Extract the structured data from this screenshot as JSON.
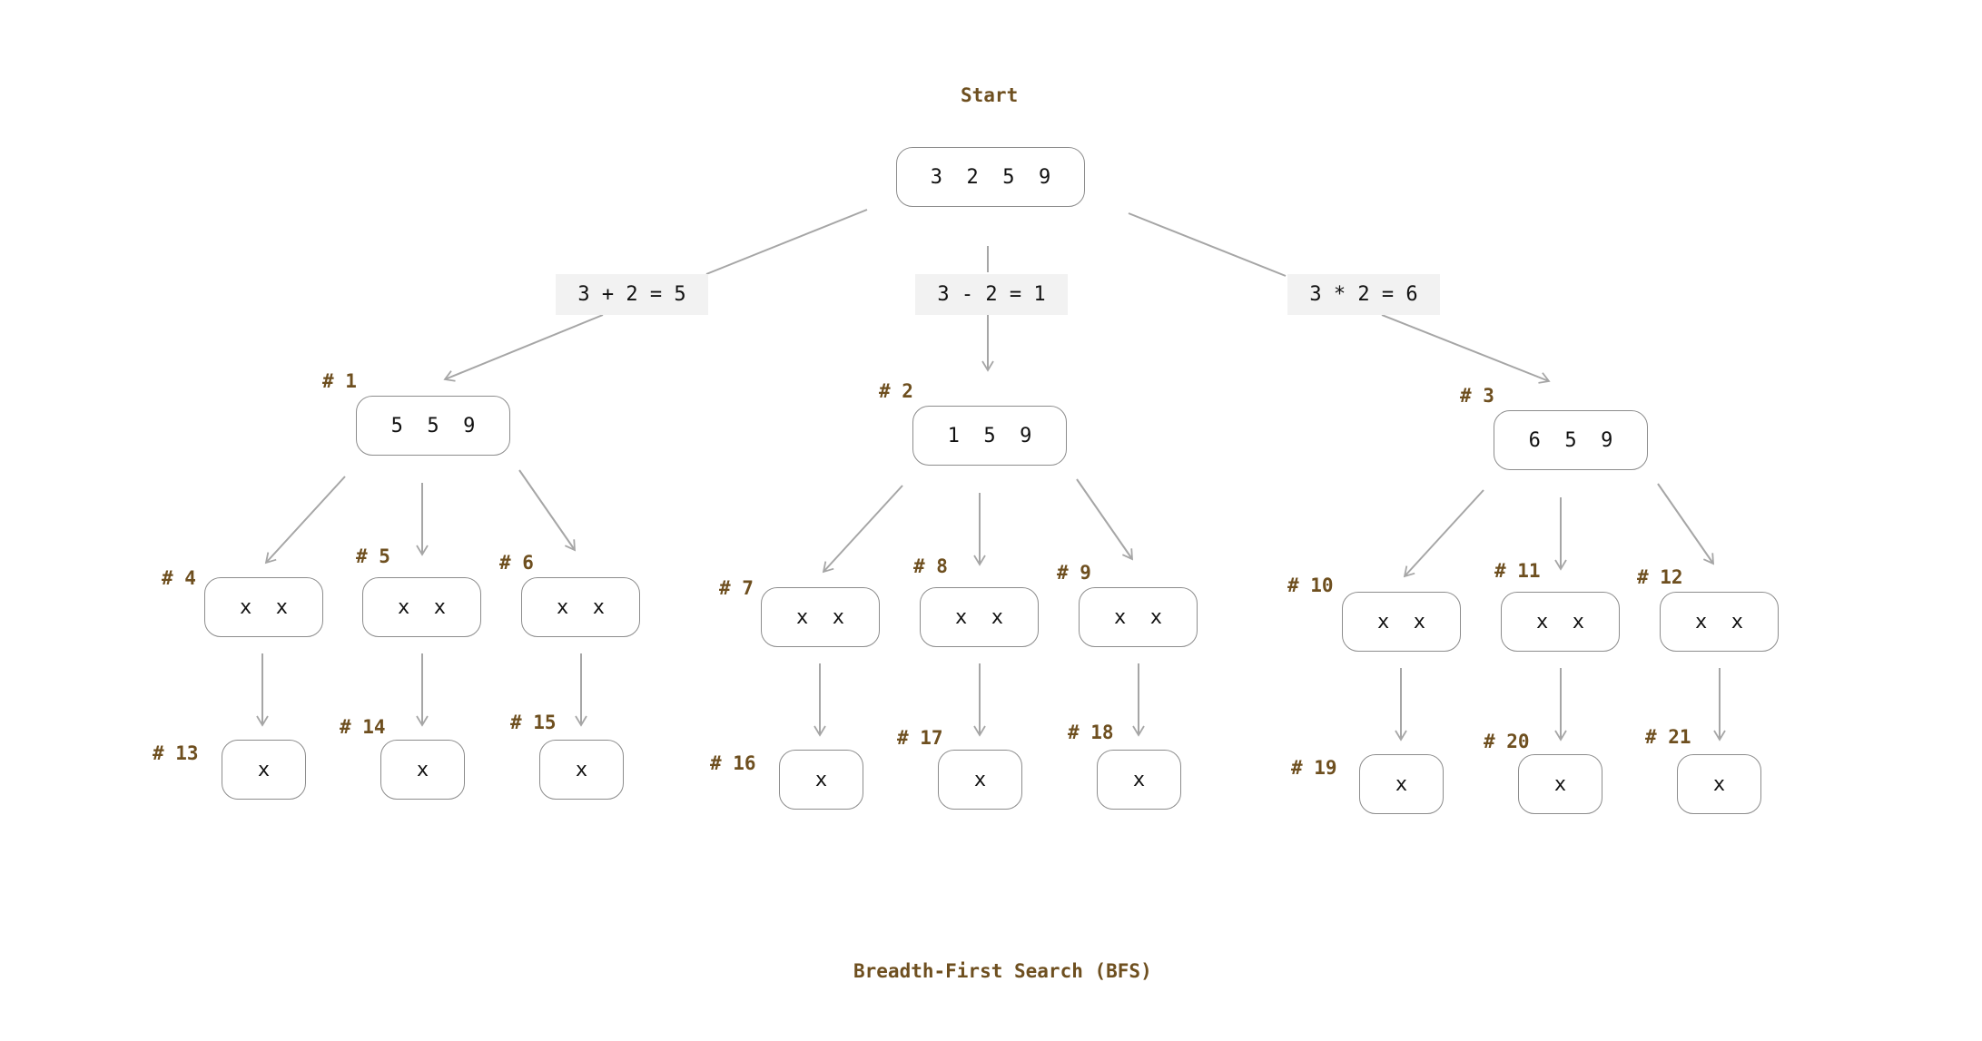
{
  "diagram": {
    "start_label": "Start",
    "footer_title": "Breadth-First Search (BFS)",
    "root": {
      "value": "3  2  5  9"
    },
    "operations": [
      {
        "label": "3 + 2 = 5"
      },
      {
        "label": "3 - 2 = 1"
      },
      {
        "label": "3 * 2 = 6"
      }
    ],
    "level1": [
      {
        "tag": "# 1",
        "value": "5  5  9"
      },
      {
        "tag": "# 2",
        "value": "1  5  9"
      },
      {
        "tag": "# 3",
        "value": "6  5  9"
      }
    ],
    "level2": [
      {
        "tag": "# 4",
        "value": "x  x"
      },
      {
        "tag": "# 5",
        "value": "x  x"
      },
      {
        "tag": "# 6",
        "value": "x  x"
      },
      {
        "tag": "# 7",
        "value": "x  x"
      },
      {
        "tag": "# 8",
        "value": "x  x"
      },
      {
        "tag": "# 9",
        "value": "x  x"
      },
      {
        "tag": "# 10",
        "value": "x  x"
      },
      {
        "tag": "# 11",
        "value": "x  x"
      },
      {
        "tag": "# 12",
        "value": "x  x"
      }
    ],
    "level3": [
      {
        "tag": "# 13",
        "value": "x"
      },
      {
        "tag": "# 14",
        "value": "x"
      },
      {
        "tag": "# 15",
        "value": "x"
      },
      {
        "tag": "# 16",
        "value": "x"
      },
      {
        "tag": "# 17",
        "value": "x"
      },
      {
        "tag": "# 18",
        "value": "x"
      },
      {
        "tag": "# 19",
        "value": "x"
      },
      {
        "tag": "# 20",
        "value": "x"
      },
      {
        "tag": "# 21",
        "value": "x"
      }
    ],
    "colors": {
      "edge": "#a6a6a6",
      "tag": "#6e4f1f",
      "op_bg": "#f2f2f2"
    }
  }
}
